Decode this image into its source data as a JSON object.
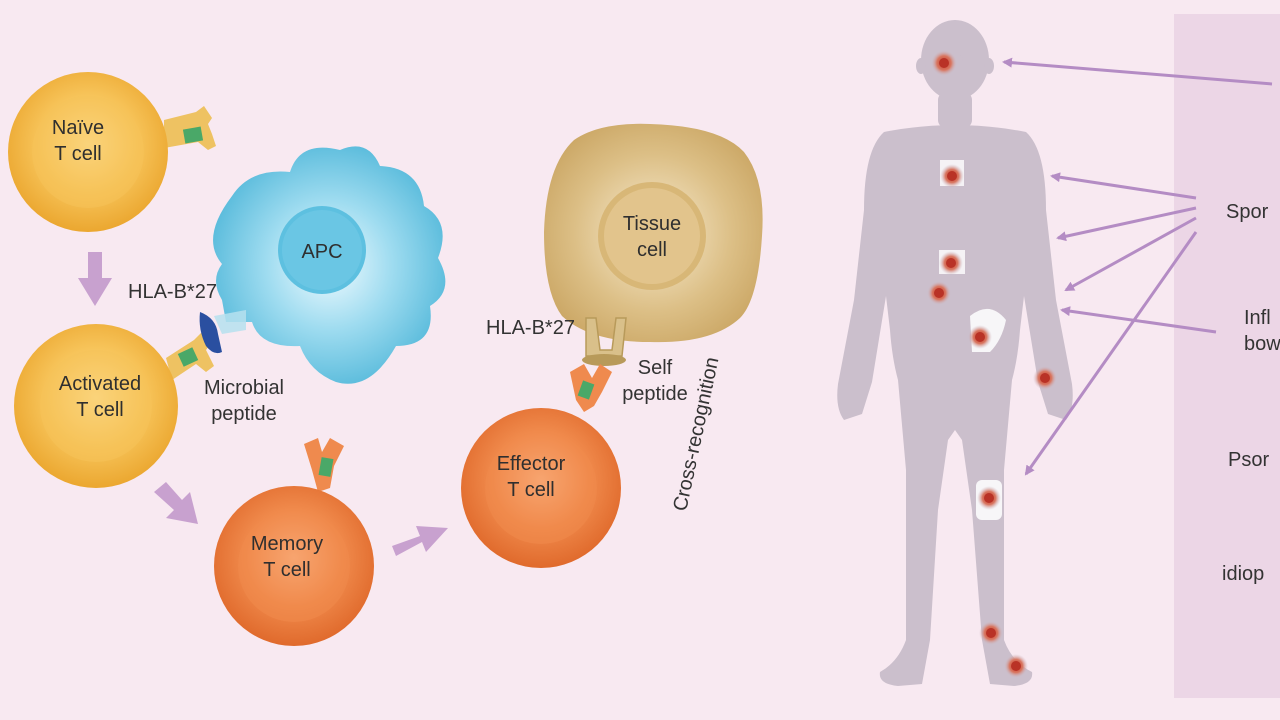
{
  "colors": {
    "background": "#f8e9f1",
    "arrow": "#c8a1cf",
    "naive_cell": "#f2b648",
    "memory_cell": "#e87a3d",
    "apc": "#4db6d8",
    "tissue_cell": "#cfac6c",
    "body": "#cbbfcc",
    "lesion": "#c0392b",
    "side_panel": "#ecd6e6"
  },
  "cells": {
    "naive": "Naïve\nT cell",
    "activated": "Activated\nT cell",
    "memory": "Memory\nT cell",
    "effector": "Effector\nT cell",
    "apc": "APC",
    "tissue": "Tissue\ncell"
  },
  "labels": {
    "hla_left": "HLA-B*27",
    "hla_right": "HLA-B*27",
    "microbial_peptide": "Microbial\npeptide",
    "self_peptide": "Self\npeptide",
    "cross_recognition": "Cross-recognition"
  },
  "side_panel": {
    "items": [
      "Spor",
      "Infl\nbow",
      "Psor",
      "idiop"
    ]
  }
}
